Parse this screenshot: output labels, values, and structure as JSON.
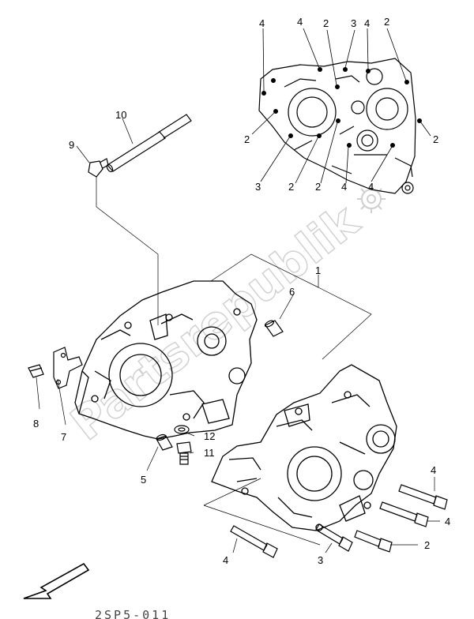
{
  "diagram": {
    "callouts": [
      {
        "id": "c-top-4a",
        "text": "4"
      },
      {
        "id": "c-top-4b",
        "text": "4"
      },
      {
        "id": "c-top-2a",
        "text": "2"
      },
      {
        "id": "c-top-3a",
        "text": "3"
      },
      {
        "id": "c-top-4c",
        "text": "4"
      },
      {
        "id": "c-top-2b",
        "text": "2"
      },
      {
        "id": "c-top-2c",
        "text": "2"
      },
      {
        "id": "c-top-2d",
        "text": "2"
      },
      {
        "id": "c-top-3b",
        "text": "3"
      },
      {
        "id": "c-top-2e",
        "text": "2"
      },
      {
        "id": "c-top-2f",
        "text": "2"
      },
      {
        "id": "c-top-4d",
        "text": "4"
      },
      {
        "id": "c-top-4e",
        "text": "4"
      },
      {
        "id": "c-10",
        "text": "10"
      },
      {
        "id": "c-9",
        "text": "9"
      },
      {
        "id": "c-1",
        "text": "1"
      },
      {
        "id": "c-6",
        "text": "6"
      },
      {
        "id": "c-8",
        "text": "8"
      },
      {
        "id": "c-7",
        "text": "7"
      },
      {
        "id": "c-12",
        "text": "12"
      },
      {
        "id": "c-11",
        "text": "11"
      },
      {
        "id": "c-5",
        "text": "5"
      },
      {
        "id": "c-bolt-4a",
        "text": "4"
      },
      {
        "id": "c-bolt-4b",
        "text": "4"
      },
      {
        "id": "c-bolt-2",
        "text": "2"
      },
      {
        "id": "c-bolt-3",
        "text": "3"
      },
      {
        "id": "c-bolt-4c",
        "text": "4"
      }
    ],
    "watermark": "Partsrepublik",
    "drawing_code": "2SP5-011",
    "colors": {
      "line": "#000000",
      "watermark": "#cfcfcf",
      "background": "#ffffff"
    }
  }
}
